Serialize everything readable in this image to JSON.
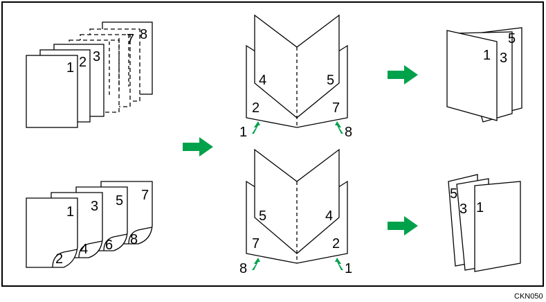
{
  "figure_code": "CKN050",
  "colors": {
    "arrow": "#00a14b",
    "line": "#000000",
    "background": "#ffffff"
  },
  "stack_sheets": {
    "top_stack": [
      "1",
      "2",
      "3",
      "7",
      "8"
    ],
    "bottom_stack_front": [
      "1",
      "3",
      "5",
      "7"
    ],
    "bottom_stack_back": [
      "2",
      "4",
      "6",
      "8"
    ]
  },
  "booklet_top": {
    "inner_left": "4",
    "inner_right": "5",
    "outer_left": "2",
    "outer_right": "7",
    "pointer_left": "1",
    "pointer_right": "8"
  },
  "booklet_bottom": {
    "inner_left": "5",
    "inner_right": "4",
    "outer_left": "7",
    "outer_right": "2",
    "pointer_left": "8",
    "pointer_right": "1"
  },
  "folded_top": [
    "5",
    "1",
    "3"
  ],
  "folded_bottom": [
    "5",
    "3",
    "1"
  ],
  "icons": [
    "green-right-arrow",
    "green-pointer-arrow"
  ]
}
